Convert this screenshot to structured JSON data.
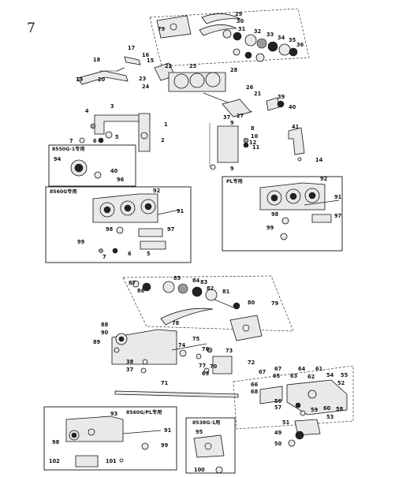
{
  "page": {
    "number": "7"
  },
  "boxes": {
    "b8550": "8550G-1专用",
    "b8560": "8560G专用",
    "bpl": "PL专用",
    "b8560pl": "8560G/PL专用",
    "b8538": "8538G-1用"
  },
  "callouts": {
    "c1": "1",
    "c2": "2",
    "c3": "3",
    "c4": "4",
    "c5": "5",
    "c6": "6",
    "c7": "7",
    "c8": "8",
    "c9": "9",
    "c10": "10",
    "c11": "11",
    "c12": "12",
    "c14": "14",
    "c15": "15",
    "c16": "16",
    "c17": "17",
    "c18": "18",
    "c19": "19",
    "c20": "20",
    "c21": "21",
    "c22": "22",
    "c23": "23",
    "c24": "24",
    "c25": "25",
    "c26": "26",
    "c27": "27",
    "c28": "28",
    "c29": "29",
    "c30": "30",
    "c31": "31",
    "c32": "32",
    "c33": "33",
    "c34": "34",
    "c35": "35",
    "c36": "36",
    "c37": "37",
    "c38": "38",
    "c39": "39",
    "c40": "40",
    "c41": "41",
    "c49": "49",
    "c50": "50",
    "c51": "51",
    "c52": "52",
    "c53": "53",
    "c54": "54",
    "c55": "55",
    "c56": "56",
    "c57": "57",
    "c58": "58",
    "c59": "59",
    "c60": "60",
    "c61": "61",
    "c62": "62",
    "c63": "63",
    "c64": "64",
    "c65": "65",
    "c66": "66",
    "c67": "67",
    "c68": "68",
    "c69": "69",
    "c70": "70",
    "c71": "71",
    "c72": "72",
    "c73": "73",
    "c74": "74",
    "c75": "75",
    "c76": "76",
    "c77": "77",
    "c78": "78",
    "c79": "79",
    "c80": "80",
    "c81": "81",
    "c82": "82",
    "c83": "83",
    "c84": "84",
    "c85": "85",
    "c86": "86",
    "c87": "87",
    "c88": "88",
    "c89": "89",
    "c90": "90",
    "c91": "91",
    "c92": "92",
    "c93": "93",
    "c94": "94",
    "c95": "95",
    "c96": "96",
    "c97": "97",
    "c98": "98",
    "c99": "99",
    "c100": "100",
    "c101": "101",
    "c102": "102"
  }
}
